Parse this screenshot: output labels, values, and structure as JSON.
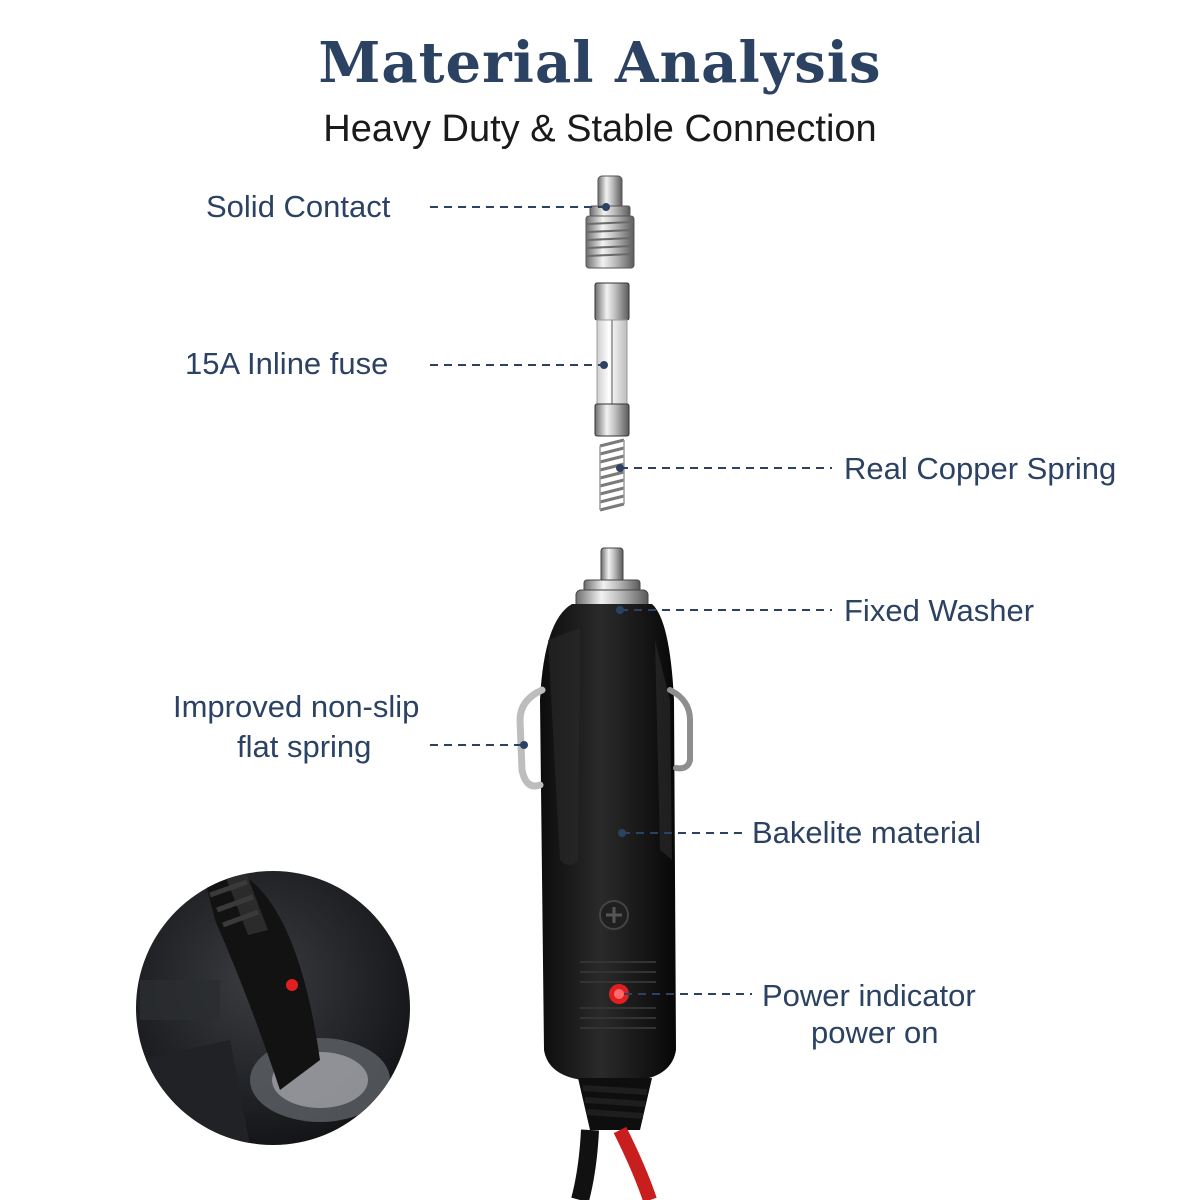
{
  "title": "Material Analysis",
  "subtitle": "Heavy Duty & Stable Connection",
  "labels": {
    "solid_contact": "Solid Contact",
    "inline_fuse": "15A Inline fuse",
    "copper_spring": "Real Copper Spring",
    "fixed_washer": "Fixed Washer",
    "flat_spring_1": "Improved non-slip",
    "flat_spring_2": "flat spring",
    "bakelite": "Bakelite material",
    "indicator_1": "Power indicator",
    "indicator_2": "power on"
  },
  "colors": {
    "title": "#2c4263",
    "label": "#2c4263",
    "leader": "#2c4263",
    "plug_body": "#141414",
    "indicator": "#e02020",
    "cable_red": "#c81e1e"
  },
  "icons": {
    "inset": "plug-in-socket-photo",
    "plug": "cigarette-lighter-plug"
  }
}
